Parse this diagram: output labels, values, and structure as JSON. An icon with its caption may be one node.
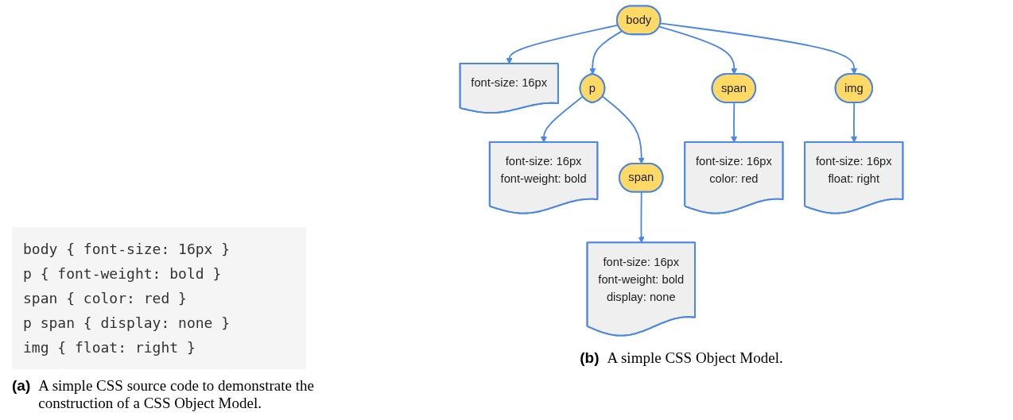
{
  "diagram": {
    "nodes": [
      {
        "text": [
          "font-size: 16px"
        ]
      },
      {
        "text": [
          "body"
        ]
      },
      {
        "text": [
          "p"
        ]
      },
      {
        "text": [
          "span"
        ]
      },
      {
        "text": [
          "img"
        ]
      },
      {
        "text": [
          "font-size: 16px",
          "font-weight: bold"
        ]
      },
      {
        "text": [
          "span"
        ]
      },
      {
        "text": [
          "font-size: 16px",
          "color: red"
        ]
      },
      {
        "text": [
          "font-size: 16px",
          "float: right"
        ]
      },
      {
        "text": [
          "font-size: 16px",
          "font-weight: bold",
          "display: none"
        ]
      }
    ],
    "edges": [
      {
        "from": 1,
        "to": 0,
        "arrow": "to"
      },
      {
        "from": 1,
        "to": 2,
        "arrow": "to"
      },
      {
        "from": 1,
        "to": 3,
        "arrow": "to"
      },
      {
        "from": 1,
        "to": 4,
        "arrow": "to"
      },
      {
        "from": 2,
        "to": 5,
        "arrow": "to"
      },
      {
        "from": 2,
        "to": 6,
        "arrow": "to"
      },
      {
        "from": 3,
        "to": 7,
        "arrow": "to"
      },
      {
        "from": 4,
        "to": 8,
        "arrow": "to"
      },
      {
        "from": 6,
        "to": 9,
        "arrow": "to"
      }
    ],
    "labels": [
      "body { font-size: 16px }",
      "p { font-weight: bold }",
      "span { color: red }",
      "p span { display: none }",
      "img { float: right }",
      "(a)",
      "A simple CSS source code to demonstrate the construction of a CSS Object Model.",
      "(b)",
      "A simple CSS Object Model."
    ]
  }
}
